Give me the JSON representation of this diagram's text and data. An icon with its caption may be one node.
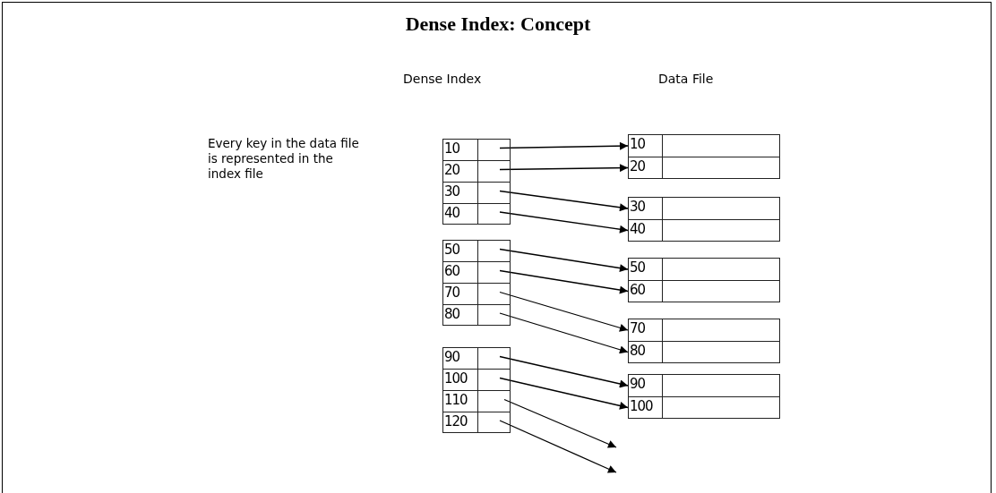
{
  "diagram": {
    "title": "Dense Index: Concept",
    "nodes": [
      {
        "text": [
          "10"
        ]
      },
      {
        "text": [
          "20"
        ]
      },
      {
        "text": [
          "30"
        ]
      },
      {
        "text": [
          "40"
        ]
      },
      {
        "text": [
          "50"
        ]
      },
      {
        "text": [
          "60"
        ]
      },
      {
        "text": [
          "70"
        ]
      },
      {
        "text": [
          "80"
        ]
      },
      {
        "text": [
          "90"
        ]
      },
      {
        "text": [
          "100"
        ]
      },
      {
        "text": [
          "110"
        ]
      },
      {
        "text": [
          "120"
        ]
      },
      {
        "text": [
          "10"
        ]
      },
      {
        "text": [
          "20"
        ]
      },
      {
        "text": [
          "30"
        ]
      },
      {
        "text": [
          "40"
        ]
      },
      {
        "text": [
          "50"
        ]
      },
      {
        "text": [
          "60"
        ]
      },
      {
        "text": [
          "70"
        ]
      },
      {
        "text": [
          "80"
        ]
      },
      {
        "text": [
          "90"
        ]
      },
      {
        "text": [
          "100"
        ]
      }
    ],
    "edges": [
      {
        "from": 0,
        "to": 12,
        "arrow": "to"
      },
      {
        "from": 1,
        "to": 13,
        "arrow": "to"
      },
      {
        "from": 2,
        "to": 14,
        "arrow": "to"
      },
      {
        "from": 3,
        "to": 15,
        "arrow": "to"
      },
      {
        "from": 4,
        "to": 16,
        "arrow": "to"
      },
      {
        "from": 5,
        "to": 17,
        "arrow": "to"
      },
      {
        "from": 6,
        "to": 18,
        "arrow": "to"
      },
      {
        "from": 7,
        "to": 19,
        "arrow": "to"
      },
      {
        "from": 8,
        "to": 20,
        "arrow": "to"
      },
      {
        "from": 9,
        "to": 21,
        "arrow": "to"
      },
      {
        "from": 10,
        "to": null,
        "arrow": "to"
      },
      {
        "from": 11,
        "to": null,
        "arrow": "to"
      }
    ],
    "labels": [
      "Dense Index",
      "Data File",
      "Every key in the data file is represented in the index file"
    ]
  }
}
